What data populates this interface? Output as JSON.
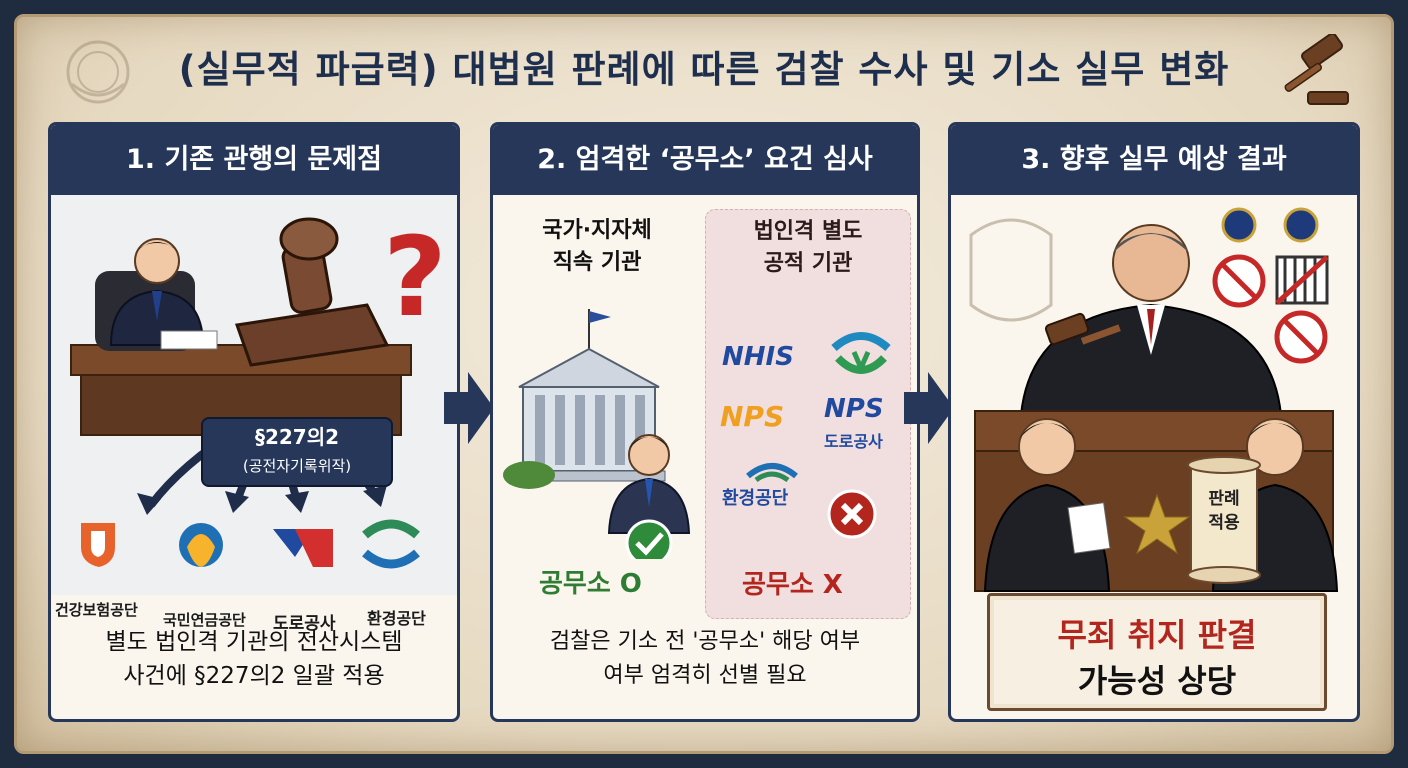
{
  "title": "(실무적 파급력) 대법원 판례에 따른 검찰 수사 및 기소 실무 변화",
  "colors": {
    "navy": "#26375a",
    "red": "#b3261e",
    "green": "#2e7d32",
    "parchment": "#efe5d3"
  },
  "panels": [
    {
      "header": "1. 기존 관행의 문제점",
      "law_tag": {
        "line1": "§227의2",
        "line2": "(공전자기록위작)"
      },
      "orgs": [
        "건강보험공단",
        "국민연금공단",
        "도로공사",
        "환경공단"
      ],
      "caption": {
        "line1": "별도 법인격 기관의 전산시스템",
        "line2": "사건에 §227의2 일괄 적용"
      }
    },
    {
      "header": "2. 엄격한 ‘공무소’ 요건 심사",
      "left": {
        "title_line1": "국가·지자체",
        "title_line2": "직속 기관",
        "verdict": "공무소 O"
      },
      "right": {
        "title_line1": "법인격 별도",
        "title_line2": "공적 기관",
        "logos": [
          "NHIS",
          "NPS",
          "NPS",
          "도로공사",
          "환경공단"
        ],
        "verdict": "공무소 X"
      },
      "caption": {
        "line1": "검찰은 기소 전 '공무소' 해당 여부",
        "line2": "여부 엄격히 선별 필요"
      }
    },
    {
      "header": "3. 향후 실무 예상 결과",
      "scroll": {
        "line1": "판례",
        "line2": "적용"
      },
      "result": {
        "line1": "무죄 취지 판결",
        "line2": "가능성 상당"
      }
    }
  ]
}
